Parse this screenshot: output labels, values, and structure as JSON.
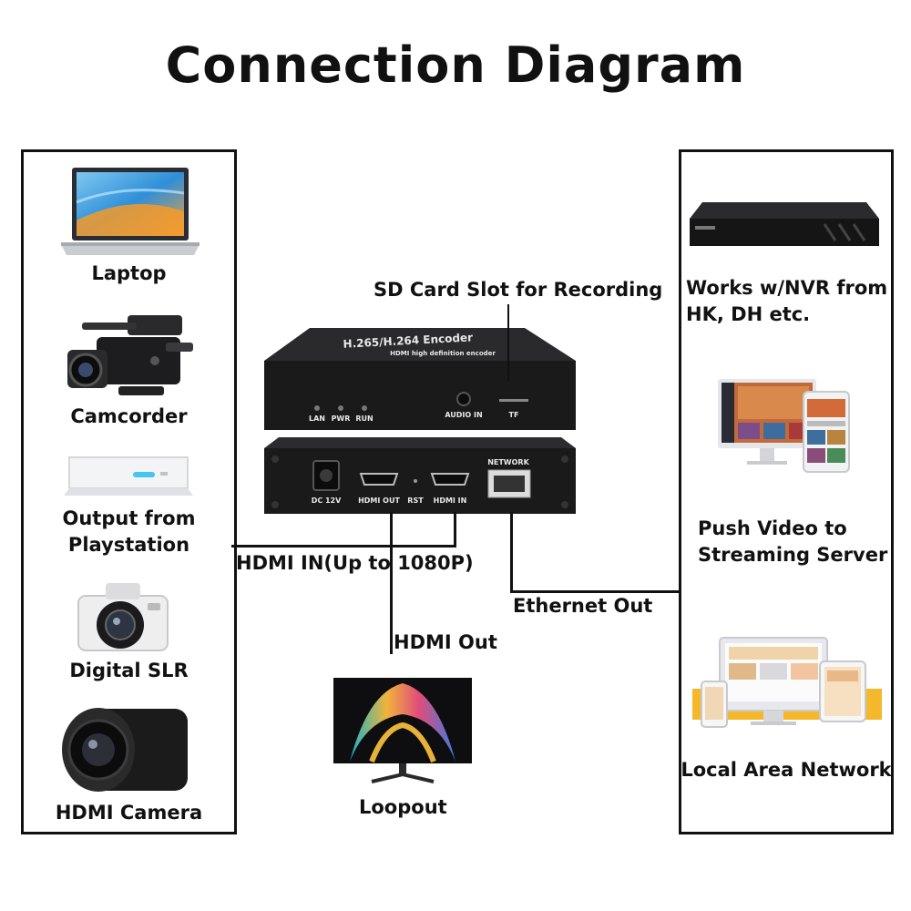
{
  "title": "Connection Diagram",
  "left_devices": [
    {
      "label_lines": [
        "Laptop"
      ],
      "icon": "laptop-icon"
    },
    {
      "label_lines": [
        "Camcorder"
      ],
      "icon": "camcorder-icon"
    },
    {
      "label_lines": [
        "Output from",
        "Playstation"
      ],
      "icon": "game-console-icon"
    },
    {
      "label_lines": [
        "Digital SLR"
      ],
      "icon": "digital-camera-icon"
    },
    {
      "label_lines": [
        "HDMI Camera"
      ],
      "icon": "hdmi-camera-icon"
    }
  ],
  "right_devices": [
    {
      "label_lines": [
        "Works w/NVR from",
        "HK, DH etc."
      ],
      "icon": "nvr-icon"
    },
    {
      "label_lines": [
        "Push Video to",
        "Streaming Server"
      ],
      "icon": "streaming-screens-icon"
    },
    {
      "label_lines": [
        "Local Area Network"
      ],
      "icon": "lan-devices-icon"
    }
  ],
  "callouts": {
    "sd_card": "SD Card Slot for Recording",
    "hdmi_in": "HDMI IN(Up to 1080P)",
    "hdmi_out": "HDMI Out",
    "ethernet_out": "Ethernet Out",
    "loopout": "Loopout"
  },
  "encoder": {
    "top_text": "H.265/H.264 Encoder",
    "subtitle": "HDMI high definition encoder",
    "front_labels": [
      "LAN",
      "PWR",
      "RUN",
      "AUDIO IN",
      "TF"
    ],
    "back_labels": [
      "DC 12V",
      "HDMI OUT",
      "RST",
      "HDMI IN",
      "NETWORK"
    ]
  }
}
